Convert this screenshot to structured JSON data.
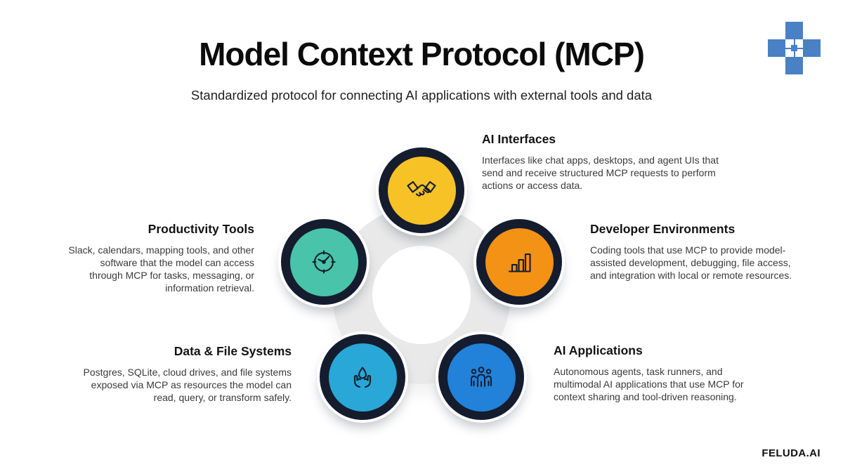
{
  "header": {
    "title": "Model Context Protocol (MCP)",
    "subtitle": "Standardized protocol for connecting AI applications with external tools and data"
  },
  "branding": {
    "wordmark": "FELUDA.AI",
    "logo_icon": "plus-cross-logo"
  },
  "colors": {
    "ink": "#141c2e",
    "ring": "#e9e9e9",
    "logo": "#4a80c4"
  },
  "nodes": [
    {
      "id": "ai-interfaces",
      "position": "top",
      "icon": "handshake-icon",
      "circle_color": "#f6c226",
      "heading": "AI Interfaces",
      "body": "Interfaces like chat apps, desktops, and agent UIs that\nsend and receive structured MCP requests to perform\nactions or access data."
    },
    {
      "id": "developer-environments",
      "position": "right",
      "icon": "bar-chart-icon",
      "circle_color": "#f39214",
      "heading": "Developer Environments",
      "body": "Coding tools that use MCP to provide model-\nassisted development, debugging, file access,\nand integration with local or remote resources."
    },
    {
      "id": "productivity-tools",
      "position": "left",
      "icon": "clock-icon",
      "circle_color": "#49c3a9",
      "heading": "Productivity Tools",
      "body": "Slack, calendars, mapping tools, and other\nsoftware that the model can access\nthrough MCP for tasks, messaging, or\ninformation retrieval."
    },
    {
      "id": "data-file-systems",
      "position": "bottom-left",
      "icon": "hands-drop-icon",
      "circle_color": "#29a7d7",
      "heading": "Data & File Systems",
      "body": "Postgres, SQLite, cloud drives, and file systems\nexposed via MCP as resources the model can\nread, query, or transform safely."
    },
    {
      "id": "ai-applications",
      "position": "bottom-right",
      "icon": "people-icon",
      "circle_color": "#2281d8",
      "heading": "AI Applications",
      "body": "Autonomous agents, task runners, and\nmultimodal AI applications that use MCP for\ncontext sharing and tool-driven reasoning."
    }
  ]
}
